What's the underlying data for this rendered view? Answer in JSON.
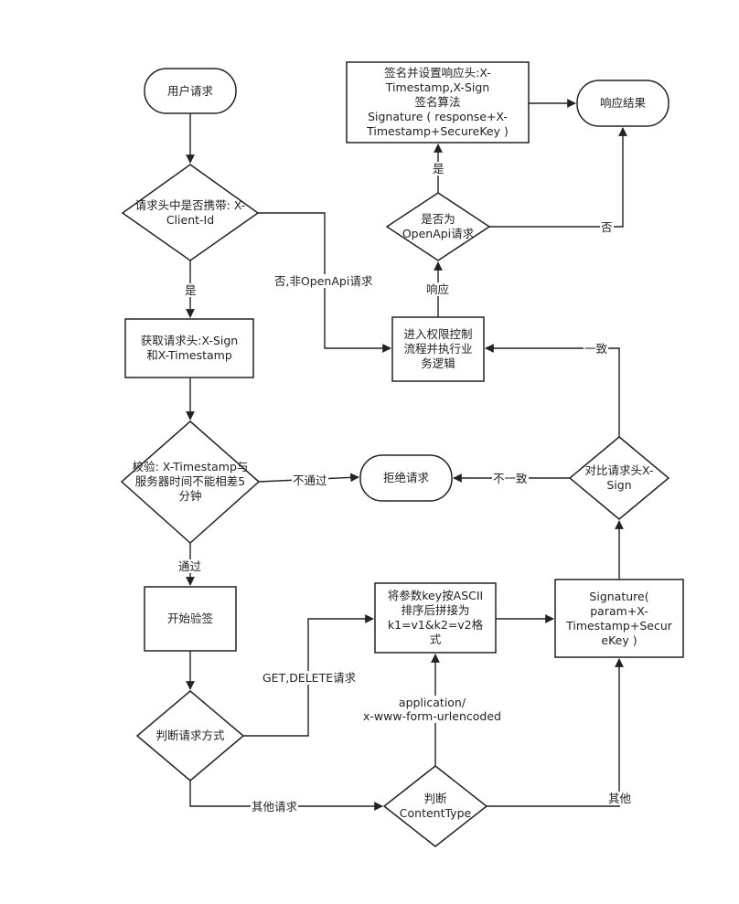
{
  "nodes": {
    "user_request": "用户请求",
    "check_client_id": "请求头中是否携带: X-\nClient-Id",
    "get_headers": "获取请求头:X-Sign\n和X-Timestamp",
    "check_timestamp": "校验: X-Timestamp与\n服务器时间不能相差5\n分钟",
    "start_verify": "开始验签",
    "judge_method": "判断请求方式",
    "sort_params": "将参数key按ASCII\n排序后拼接为\nk1=v1&k2=v2格\n式",
    "judge_content_type": "判断\nContentType",
    "signature_param": "Signature(\nparam+X-\nTimestamp+Secur\neKey )",
    "compare_sign": "对比请求头X-\nSign",
    "reject": "拒绝请求",
    "permission_control": "进入权限控制\n流程并执行业\n务逻辑",
    "is_openapi": "是否为\nOpenApi请求",
    "sign_response": "签名并设置响应头:X-\nTimestamp,X-Sign\n签名算法\nSignature ( response+X-\nTimestamp+SecureKey )",
    "response_result": "响应结果"
  },
  "edges": {
    "yes_client_id": "是",
    "not_openapi": "否,非OpenApi请求",
    "passed": "通过",
    "not_passed": "不通过",
    "get_delete": "GET,DELETE请求",
    "other_request": "其他请求",
    "form_urlencoded": "application/\nx-www-form-urlencoded",
    "other": "其他",
    "mismatch": "不一致",
    "match": "一致",
    "respond": "响应",
    "yes_openapi": "是",
    "no_openapi": "否"
  }
}
